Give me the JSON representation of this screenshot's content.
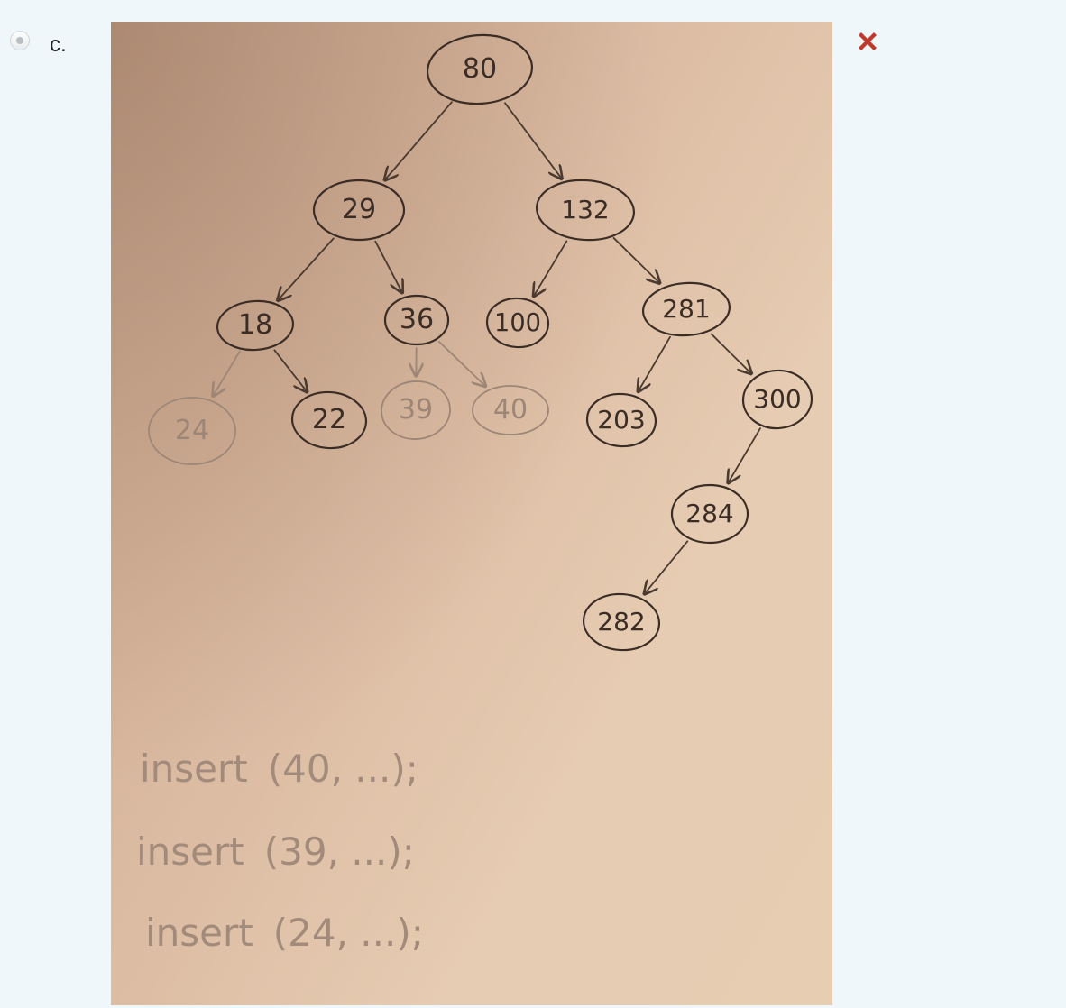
{
  "answer": {
    "letter": "c.",
    "status_icon": "wrong-x-icon",
    "status_color": "#c0392b"
  },
  "tree": {
    "nodes": [
      {
        "id": "n80",
        "label": "80",
        "faint": false
      },
      {
        "id": "n29",
        "label": "29",
        "faint": false
      },
      {
        "id": "n132",
        "label": "132",
        "faint": false
      },
      {
        "id": "n18",
        "label": "18",
        "faint": false
      },
      {
        "id": "n36",
        "label": "36",
        "faint": false
      },
      {
        "id": "n100",
        "label": "100",
        "faint": false
      },
      {
        "id": "n281",
        "label": "281",
        "faint": false
      },
      {
        "id": "n24",
        "label": "24",
        "faint": true
      },
      {
        "id": "n22",
        "label": "22",
        "faint": false
      },
      {
        "id": "n39",
        "label": "39",
        "faint": true
      },
      {
        "id": "n40",
        "label": "40",
        "faint": true
      },
      {
        "id": "n203",
        "label": "203",
        "faint": false
      },
      {
        "id": "n300",
        "label": "300",
        "faint": false
      },
      {
        "id": "n284",
        "label": "284",
        "faint": false
      },
      {
        "id": "n282",
        "label": "282",
        "faint": false
      }
    ],
    "edges": [
      [
        "n80",
        "n29"
      ],
      [
        "n80",
        "n132"
      ],
      [
        "n29",
        "n18"
      ],
      [
        "n29",
        "n36"
      ],
      [
        "n132",
        "n100"
      ],
      [
        "n132",
        "n281"
      ],
      [
        "n18",
        "n24"
      ],
      [
        "n18",
        "n22"
      ],
      [
        "n36",
        "n39"
      ],
      [
        "n36",
        "n40"
      ],
      [
        "n281",
        "n203"
      ],
      [
        "n281",
        "n300"
      ],
      [
        "n300",
        "n284"
      ],
      [
        "n284",
        "n282"
      ]
    ],
    "inserts": [
      {
        "keyword": "insert",
        "args": "(40, ...);"
      },
      {
        "keyword": "insert",
        "args": "(39, ...);"
      },
      {
        "keyword": "insert",
        "args": "(24, ...);"
      }
    ]
  }
}
